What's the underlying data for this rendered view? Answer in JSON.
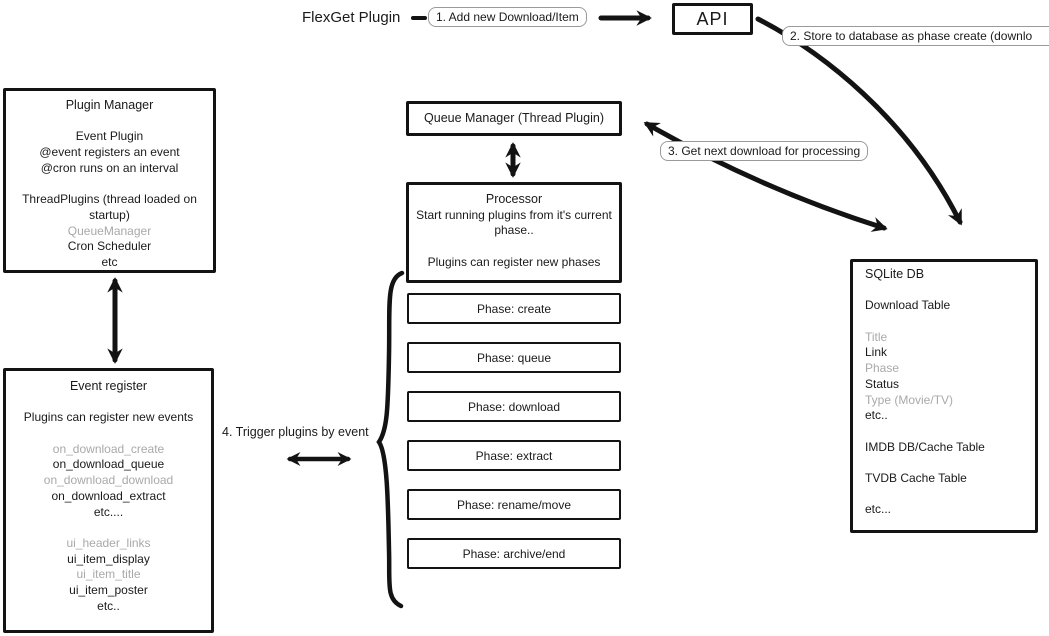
{
  "header": {
    "flexget_label": "FlexGet Plugin",
    "api_label": "API"
  },
  "steps": {
    "step1": "1. Add new Download/Item",
    "step2": "2. Store to database as phase create (downlo",
    "step3": "3. Get next download for processing",
    "step4": "4. Trigger plugins by event"
  },
  "plugin_manager": {
    "title": "Plugin Manager",
    "lines": [
      {
        "t": ""
      },
      {
        "t": "Event Plugin"
      },
      {
        "t": "@event registers an event"
      },
      {
        "t": "@cron runs on an interval"
      },
      {
        "t": ""
      },
      {
        "t": "ThreadPlugins (thread loaded on startup)"
      },
      {
        "t": "QueueManager",
        "m": true
      },
      {
        "t": "Cron Scheduler"
      },
      {
        "t": "etc"
      }
    ]
  },
  "queue_manager": {
    "title": "Queue Manager (Thread Plugin)"
  },
  "processor": {
    "title": "Processor",
    "lines": [
      {
        "t": "Start running plugins from it's current phase.."
      },
      {
        "t": ""
      },
      {
        "t": "Plugins can register new phases"
      }
    ]
  },
  "phases": [
    "Phase: create",
    "Phase: queue",
    "Phase: download",
    "Phase: extract",
    "Phase: rename/move",
    "Phase: archive/end"
  ],
  "event_register": {
    "title": "Event register",
    "lines": [
      {
        "t": ""
      },
      {
        "t": "Plugins can register new events"
      },
      {
        "t": ""
      },
      {
        "t": "on_download_create",
        "m": true
      },
      {
        "t": "on_download_queue"
      },
      {
        "t": "on_download_download",
        "m": true
      },
      {
        "t": "on_download_extract"
      },
      {
        "t": "etc...."
      },
      {
        "t": ""
      },
      {
        "t": "ui_header_links",
        "m": true
      },
      {
        "t": "ui_item_display"
      },
      {
        "t": "ui_item_title",
        "m": true
      },
      {
        "t": "ui_item_poster"
      },
      {
        "t": "etc.."
      }
    ]
  },
  "sqlite_db": {
    "title": "SQLite DB",
    "lines": [
      {
        "t": ""
      },
      {
        "t": "Download Table"
      },
      {
        "t": ""
      },
      {
        "t": "Title",
        "m": true
      },
      {
        "t": "Link"
      },
      {
        "t": "Phase",
        "m": true
      },
      {
        "t": "Status"
      },
      {
        "t": "Type (Movie/TV)",
        "m": true
      },
      {
        "t": "etc.."
      },
      {
        "t": ""
      },
      {
        "t": "IMDB DB/Cache Table"
      },
      {
        "t": ""
      },
      {
        "t": "TVDB Cache Table"
      },
      {
        "t": ""
      },
      {
        "t": "etc..."
      }
    ]
  },
  "colors": {
    "ink": "#131313",
    "muted_text": "#a9a9a9",
    "label_border": "#9a9a9a"
  }
}
